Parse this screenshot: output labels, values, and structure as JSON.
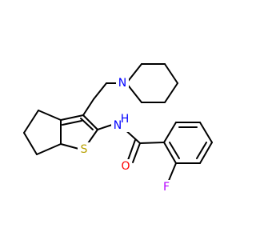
{
  "structure": {
    "atoms": [
      {
        "id": "N_pip",
        "symbol": "N",
        "color": "#0000ff"
      },
      {
        "id": "N_amide",
        "symbol": "N",
        "color": "#0000ff"
      },
      {
        "id": "H_amide",
        "symbol": "H",
        "color": "#0000ff"
      },
      {
        "id": "S_thiophene",
        "symbol": "S",
        "color": "#b8a000"
      },
      {
        "id": "O_carbonyl",
        "symbol": "O",
        "color": "#ff0000"
      },
      {
        "id": "F_aryl",
        "symbol": "F",
        "color": "#b400ff"
      }
    ],
    "bond_color": "#000000"
  }
}
